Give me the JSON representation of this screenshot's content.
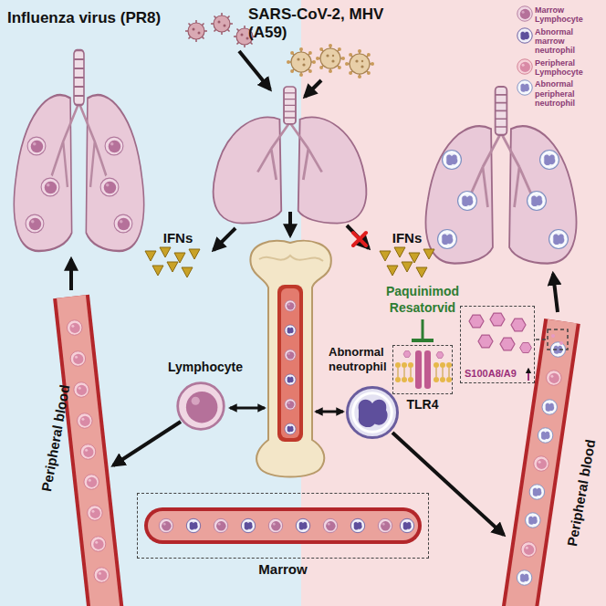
{
  "diagram": {
    "nodes": [
      {
        "text": [
          "TLR4"
        ]
      },
      {
        "text": [
          "S100A8/A9"
        ]
      },
      {
        "text": [
          "Marrow"
        ]
      }
    ],
    "labels": [
      "Influenza virus (PR8)",
      "SARS-CoV-2, MHV (A59)",
      "IFNs",
      "IFNs",
      "Paquinimod",
      "Resatorvid",
      "Lymphocyte",
      "Abnormal neutrophil",
      "Peripheral blood",
      "Peripheral blood"
    ],
    "legend": [
      {
        "text": "Marrow Lymphocyte"
      },
      {
        "text": "Abnormal marrow neutrophil"
      },
      {
        "text": "Peripheral Lymphocyte"
      },
      {
        "text": "Abnormal peripheral neutrophil"
      }
    ]
  }
}
